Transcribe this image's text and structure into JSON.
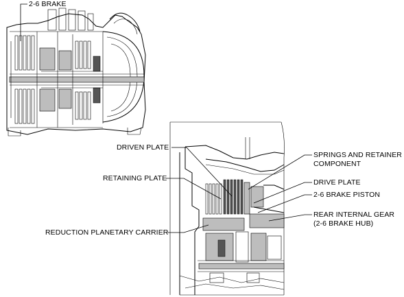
{
  "labels": {
    "brake_2_6": "2-6 BRAKE",
    "driven_plate": "DRIVEN PLATE",
    "retaining_plate": "RETAINING PLATE",
    "reduction_planetary_carrier": "REDUCTION PLANETARY CARRIER",
    "springs_retainer_line1": "SPRINGS AND RETAINER",
    "springs_retainer_line2": "COMPONENT",
    "drive_plate": "DRIVE PLATE",
    "brake_piston_2_6": "2-6 BRAKE PISTON",
    "rear_internal_gear_line1": "REAR INTERNAL GEAR",
    "rear_internal_gear_line2": "(2-6 BRAKE HUB)"
  }
}
